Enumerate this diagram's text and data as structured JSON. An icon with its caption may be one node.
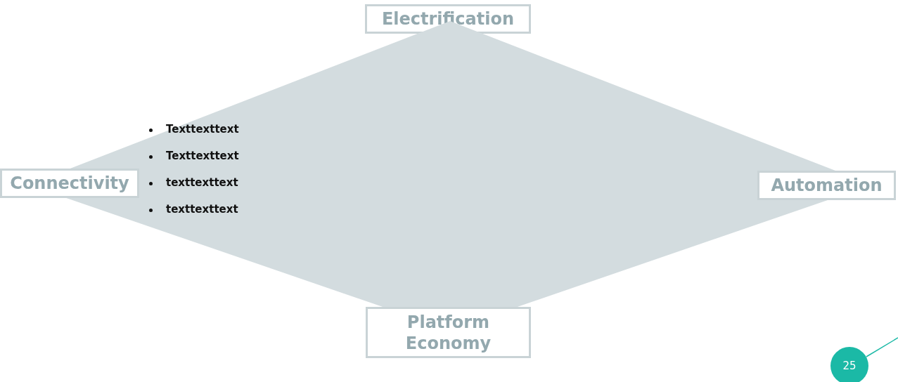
{
  "diagram": {
    "nodes": [
      {
        "text": [
          "Electrification"
        ]
      },
      {
        "text": [
          "Texttexttext",
          "Texttexttext",
          "texttexttext",
          "texttexttext"
        ]
      },
      {
        "text": [
          "Connectivity"
        ]
      },
      {
        "text": [
          "Automation"
        ]
      },
      {
        "text": [
          "Platform Economy"
        ]
      },
      {
        "text": [
          "25"
        ]
      }
    ],
    "edges": []
  }
}
